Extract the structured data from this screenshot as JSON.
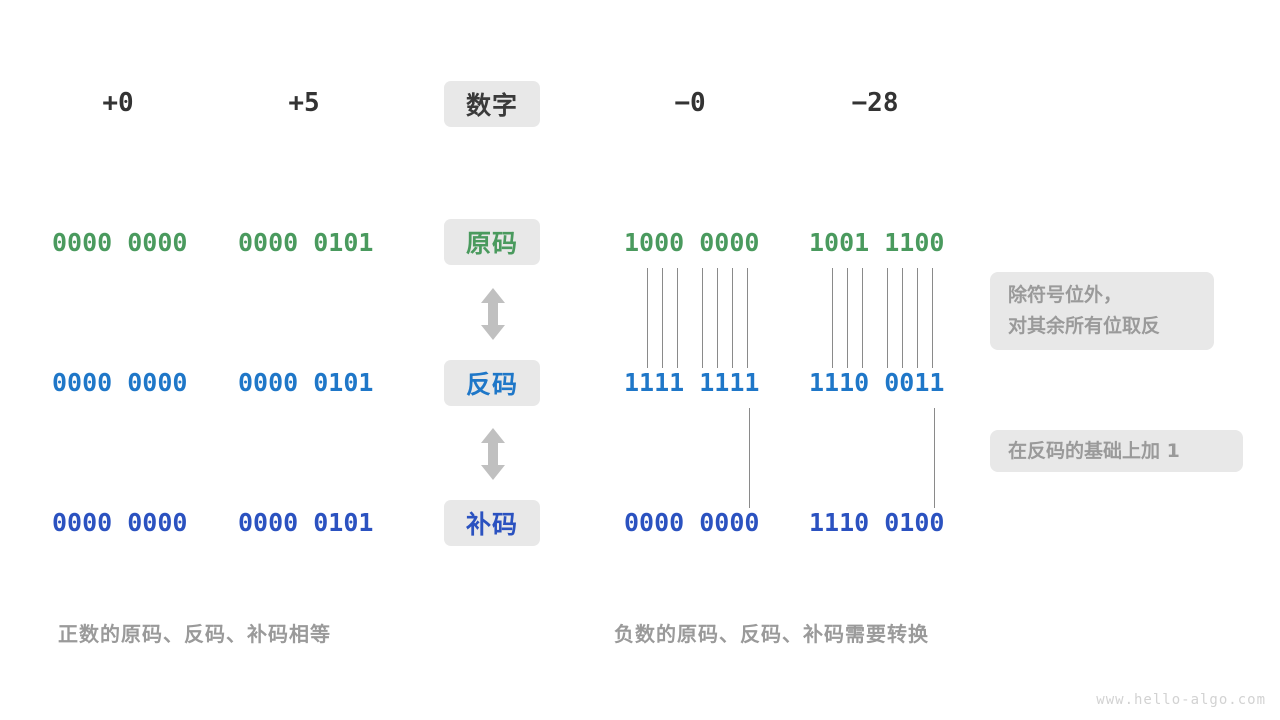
{
  "theme": {
    "background": "#ffffff",
    "badge_bg": "#e8e8e8",
    "note_bg": "#e8e8e8",
    "note_text": "#9a9a9a",
    "caption_text": "#9a9a9a",
    "header_text": "#333333",
    "line_color": "#8a8a8a",
    "arrow_color": "#c0c0c0",
    "green": "#4a9a5e",
    "blue_ones": "#1f77c8",
    "blue_twos": "#2b52c0",
    "watermark_text": "#d2d2d2"
  },
  "header": {
    "row_label": "数字",
    "columns": [
      "+0",
      "+5",
      "−0",
      "−28"
    ]
  },
  "rows": [
    {
      "key": "sign_magnitude",
      "label": "原码",
      "color_key": "green",
      "values": [
        "0000 0000",
        "0000 0101",
        "1000 0000",
        "1001 1100"
      ]
    },
    {
      "key": "ones_complement",
      "label": "反码",
      "color_key": "blue_ones",
      "values": [
        "0000 0000",
        "0000 0101",
        "1111 1111",
        "1110 0011"
      ]
    },
    {
      "key": "twos_complement",
      "label": "补码",
      "color_key": "blue_twos",
      "values": [
        "0000 0000",
        "0000 0101",
        "0000 0000",
        "1110 0100"
      ]
    }
  ],
  "arrows": [
    {
      "name": "arrow-sign-to-ones",
      "icon": "double-vertical-arrow"
    },
    {
      "name": "arrow-ones-to-twos",
      "icon": "double-vertical-arrow"
    }
  ],
  "notes": [
    {
      "key": "invert",
      "lines": [
        "除符号位外，",
        "对其余所有位取反"
      ]
    },
    {
      "key": "plus_one",
      "lines": [
        "在反码的基础上加 1"
      ]
    }
  ],
  "captions": {
    "left": "正数的原码、反码、补码相等",
    "right": "负数的原码、反码、补码需要转换"
  },
  "watermark": "www.hello-algo.com"
}
